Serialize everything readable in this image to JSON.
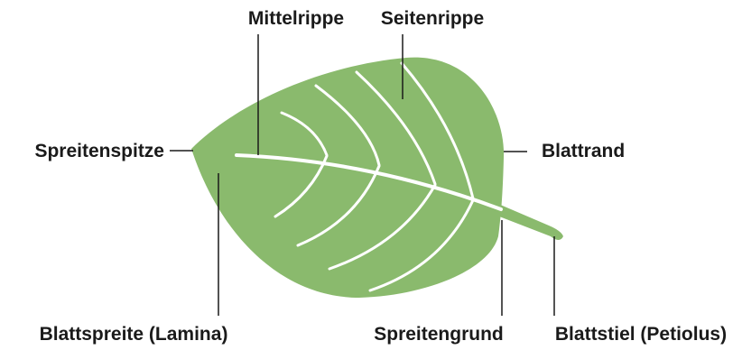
{
  "diagram": {
    "labels": {
      "mittelrippe": "Mittelrippe",
      "seitenrippe": "Seitenrippe",
      "spreitenspitze": "Spreitenspitze",
      "blattrand": "Blattrand",
      "blattspreite": "Blattspreite (Lamina)",
      "spreitengrund": "Spreitengrund",
      "blattstiel": "Blattstiel (Petiolus)"
    },
    "colors": {
      "leaf": "#8aba6d",
      "vein": "#ffffff",
      "leader": "#1a1a1a",
      "text": "#1a1a1a"
    }
  }
}
